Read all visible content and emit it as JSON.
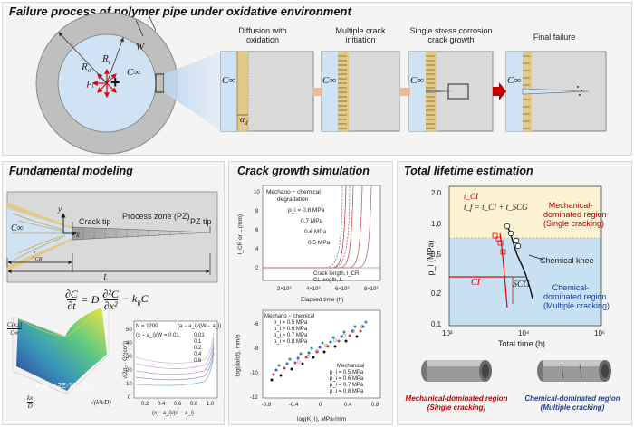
{
  "top": {
    "title": "Failure process of polymer pipe under oxidative environment",
    "labels": {
      "W": "W",
      "R_o": "R",
      "R_o_sub": "o",
      "R_i": "R",
      "R_i_sub": "i",
      "p_i": "p",
      "p_i_sub": "i",
      "C_inf": "C∞",
      "a_d": "a",
      "a_d_sub": "d"
    },
    "stages": [
      {
        "caption_l1": "Diffusion with",
        "caption_l2": "oxidation"
      },
      {
        "caption_l1": "Multiple crack",
        "caption_l2": "initiation"
      },
      {
        "caption_l1": "Single stress corrosion",
        "caption_l2": "crack growth"
      },
      {
        "caption_l1": "Final failure",
        "caption_l2": ""
      }
    ]
  },
  "modeling": {
    "title": "Fundamental modeling",
    "y_axis": "y",
    "x_axis": "x",
    "crack_tip": "Crack tip",
    "process_zone": "Process zone (PZ)",
    "pz_tip": "PZ tip",
    "c_inf": "C∞",
    "l_cr": "l",
    "l_cr_sub": "CR",
    "L": "L",
    "equation": "∂C/∂t = D ∂²C/∂x² − k_R C",
    "eq_lhs_num": "∂C",
    "eq_lhs_den": "∂t",
    "eq_eq": "=",
    "eq_D": "D",
    "eq_rhs_num": "∂²C",
    "eq_rhs_den": "∂x²",
    "eq_tail": "− k",
    "eq_tail_sub": "R",
    "eq_tail_end": "C",
    "surface": {
      "z_label_num": "C(x,t)",
      "z_label_den": "C∞",
      "x_label_num": "kx",
      "x_label_den": "D",
      "y_label": "√(k²t/D)",
      "kR": "k_R = 2E-12 s⁻¹"
    },
    "curves": {
      "N": "N = 1200",
      "ratio": "(x − a_i)/W = 0.01",
      "legend_title": "(a − a_i)/(W − a_i)",
      "legend": [
        "0.01",
        "0.1",
        "0.2",
        "0.4",
        "0.6"
      ],
      "ylabel": "√(2σ₀ · G^(cor))",
      "xlabel": "(x − a_i)/(σ − a_i)",
      "xticks": [
        "0.2",
        "0.4",
        "0.6",
        "0.8",
        "1.0"
      ],
      "yticks": [
        "0",
        "10",
        "20",
        "30",
        "40",
        "50"
      ]
    }
  },
  "crack": {
    "title": "Crack growth simulation",
    "upper": {
      "ylabel": "l_CR or L (mm)",
      "xlabel": "Elapsed time (h)",
      "legend_title_l1": "Mechano − chemical",
      "legend_title_l2": "degradation",
      "pressures": [
        "p_i = 0.8 MPa",
        "0.7 MPa",
        "0.6 MPa",
        "0.5 MPa"
      ],
      "legend_bottom_1": "Crack length, l_CR",
      "legend_bottom_2": "CL length, L",
      "xticks": [
        "2×10³",
        "4×10³",
        "6×10³",
        "8×10³"
      ],
      "yticks": [
        "2",
        "4",
        "6",
        "8",
        "10"
      ]
    },
    "lower": {
      "ylabel": "log(da/dt), mm/s",
      "xlabel": "log(K_I), MPa√mm",
      "legend_mc": "Mechano − chemical",
      "mc_items": [
        "p_i = 0.5 MPa",
        "p_i = 0.6 MPa",
        "p_i = 0.7 MPa",
        "p_i = 0.8 MPa"
      ],
      "legend_m": "Mechanical",
      "m_items": [
        "p_i = 0.5 MPa",
        "p_i = 0.6 MPa",
        "p_i = 0.7 MPa",
        "p_i = 0.8 MPa"
      ],
      "xticks": [
        "-0.8",
        "-0.4",
        "0",
        "0.4",
        "0.8"
      ],
      "yticks": [
        "-12",
        "-10",
        "-8",
        "-6"
      ]
    }
  },
  "lifetime": {
    "title": "Total lifetime estimation",
    "legend_ci": "t_CI",
    "legend_tf": "t_f = t_CI + t_SCG",
    "region_mech_l1": "Mechanical-",
    "region_mech_l2": "dominated region",
    "region_mech_l3": "(Single cracking)",
    "region_chem_l1": "Chemical-",
    "region_chem_l2": "dominated region",
    "region_chem_l3": "(Multiple cracking)",
    "knee": "Chemical knee",
    "ci": "CI",
    "scg": "SCG",
    "ylabel": "p_i (MPa)",
    "xlabel": "Total time (h)",
    "yticks": [
      "2.0",
      "1.0",
      "0.5",
      "0.2",
      "0.1"
    ],
    "xticks": [
      "10³",
      "10⁴",
      "10⁵"
    ],
    "mech_caption_l1": "Mechanical-dominated region",
    "mech_caption_l2": "(Single cracking)",
    "chem_caption_l1": "Chemical-dominated region",
    "chem_caption_l2": "(Multiple cracking)",
    "colors": {
      "mech": "#c00000",
      "chem": "#1f3f8f",
      "region_top": "#fbf2d2",
      "region_bottom": "#c7e1f2"
    }
  }
}
